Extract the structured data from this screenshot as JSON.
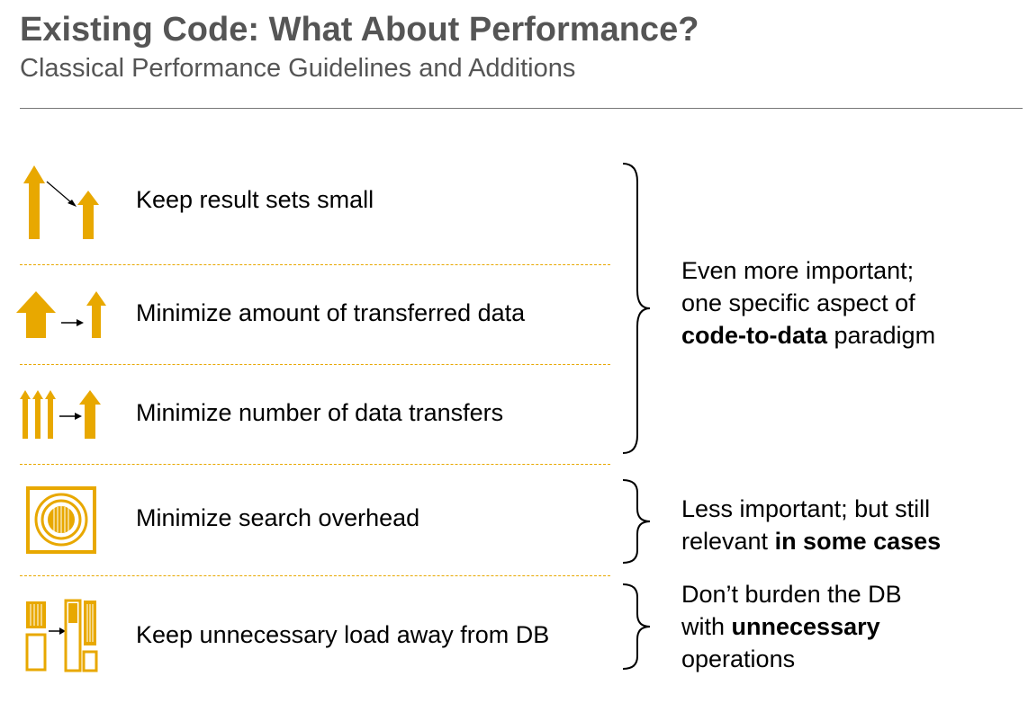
{
  "header": {
    "title": "Existing Code: What About Performance?",
    "subtitle": "Classical Performance Guidelines and Additions"
  },
  "colors": {
    "accent": "#E8A800",
    "heading": "#555555",
    "text": "#000000"
  },
  "guidelines": [
    {
      "label": "Keep result sets small",
      "icon": "shrinking-arrows-icon"
    },
    {
      "label": "Minimize amount of transferred data",
      "icon": "wide-to-narrow-arrow-icon"
    },
    {
      "label": "Minimize number of data transfers",
      "icon": "multiple-to-single-arrow-icon"
    },
    {
      "label": "Minimize search overhead",
      "icon": "index-target-icon"
    },
    {
      "label": "Keep unnecessary load away from DB",
      "icon": "offload-blocks-icon"
    }
  ],
  "notes": {
    "group1": {
      "line1": "Even more important;",
      "line2": "one specific aspect of",
      "line3_bold": "code-to-data",
      "line3_rest": " paradigm"
    },
    "group2": {
      "line1": "Less important; but still",
      "line2_plain": "relevant ",
      "line2_bold": "in some cases"
    },
    "group3": {
      "line1": "Don’t burden the DB",
      "line2_plain": "with ",
      "line2_bold": "unnecessary",
      "line3": "operations"
    }
  }
}
